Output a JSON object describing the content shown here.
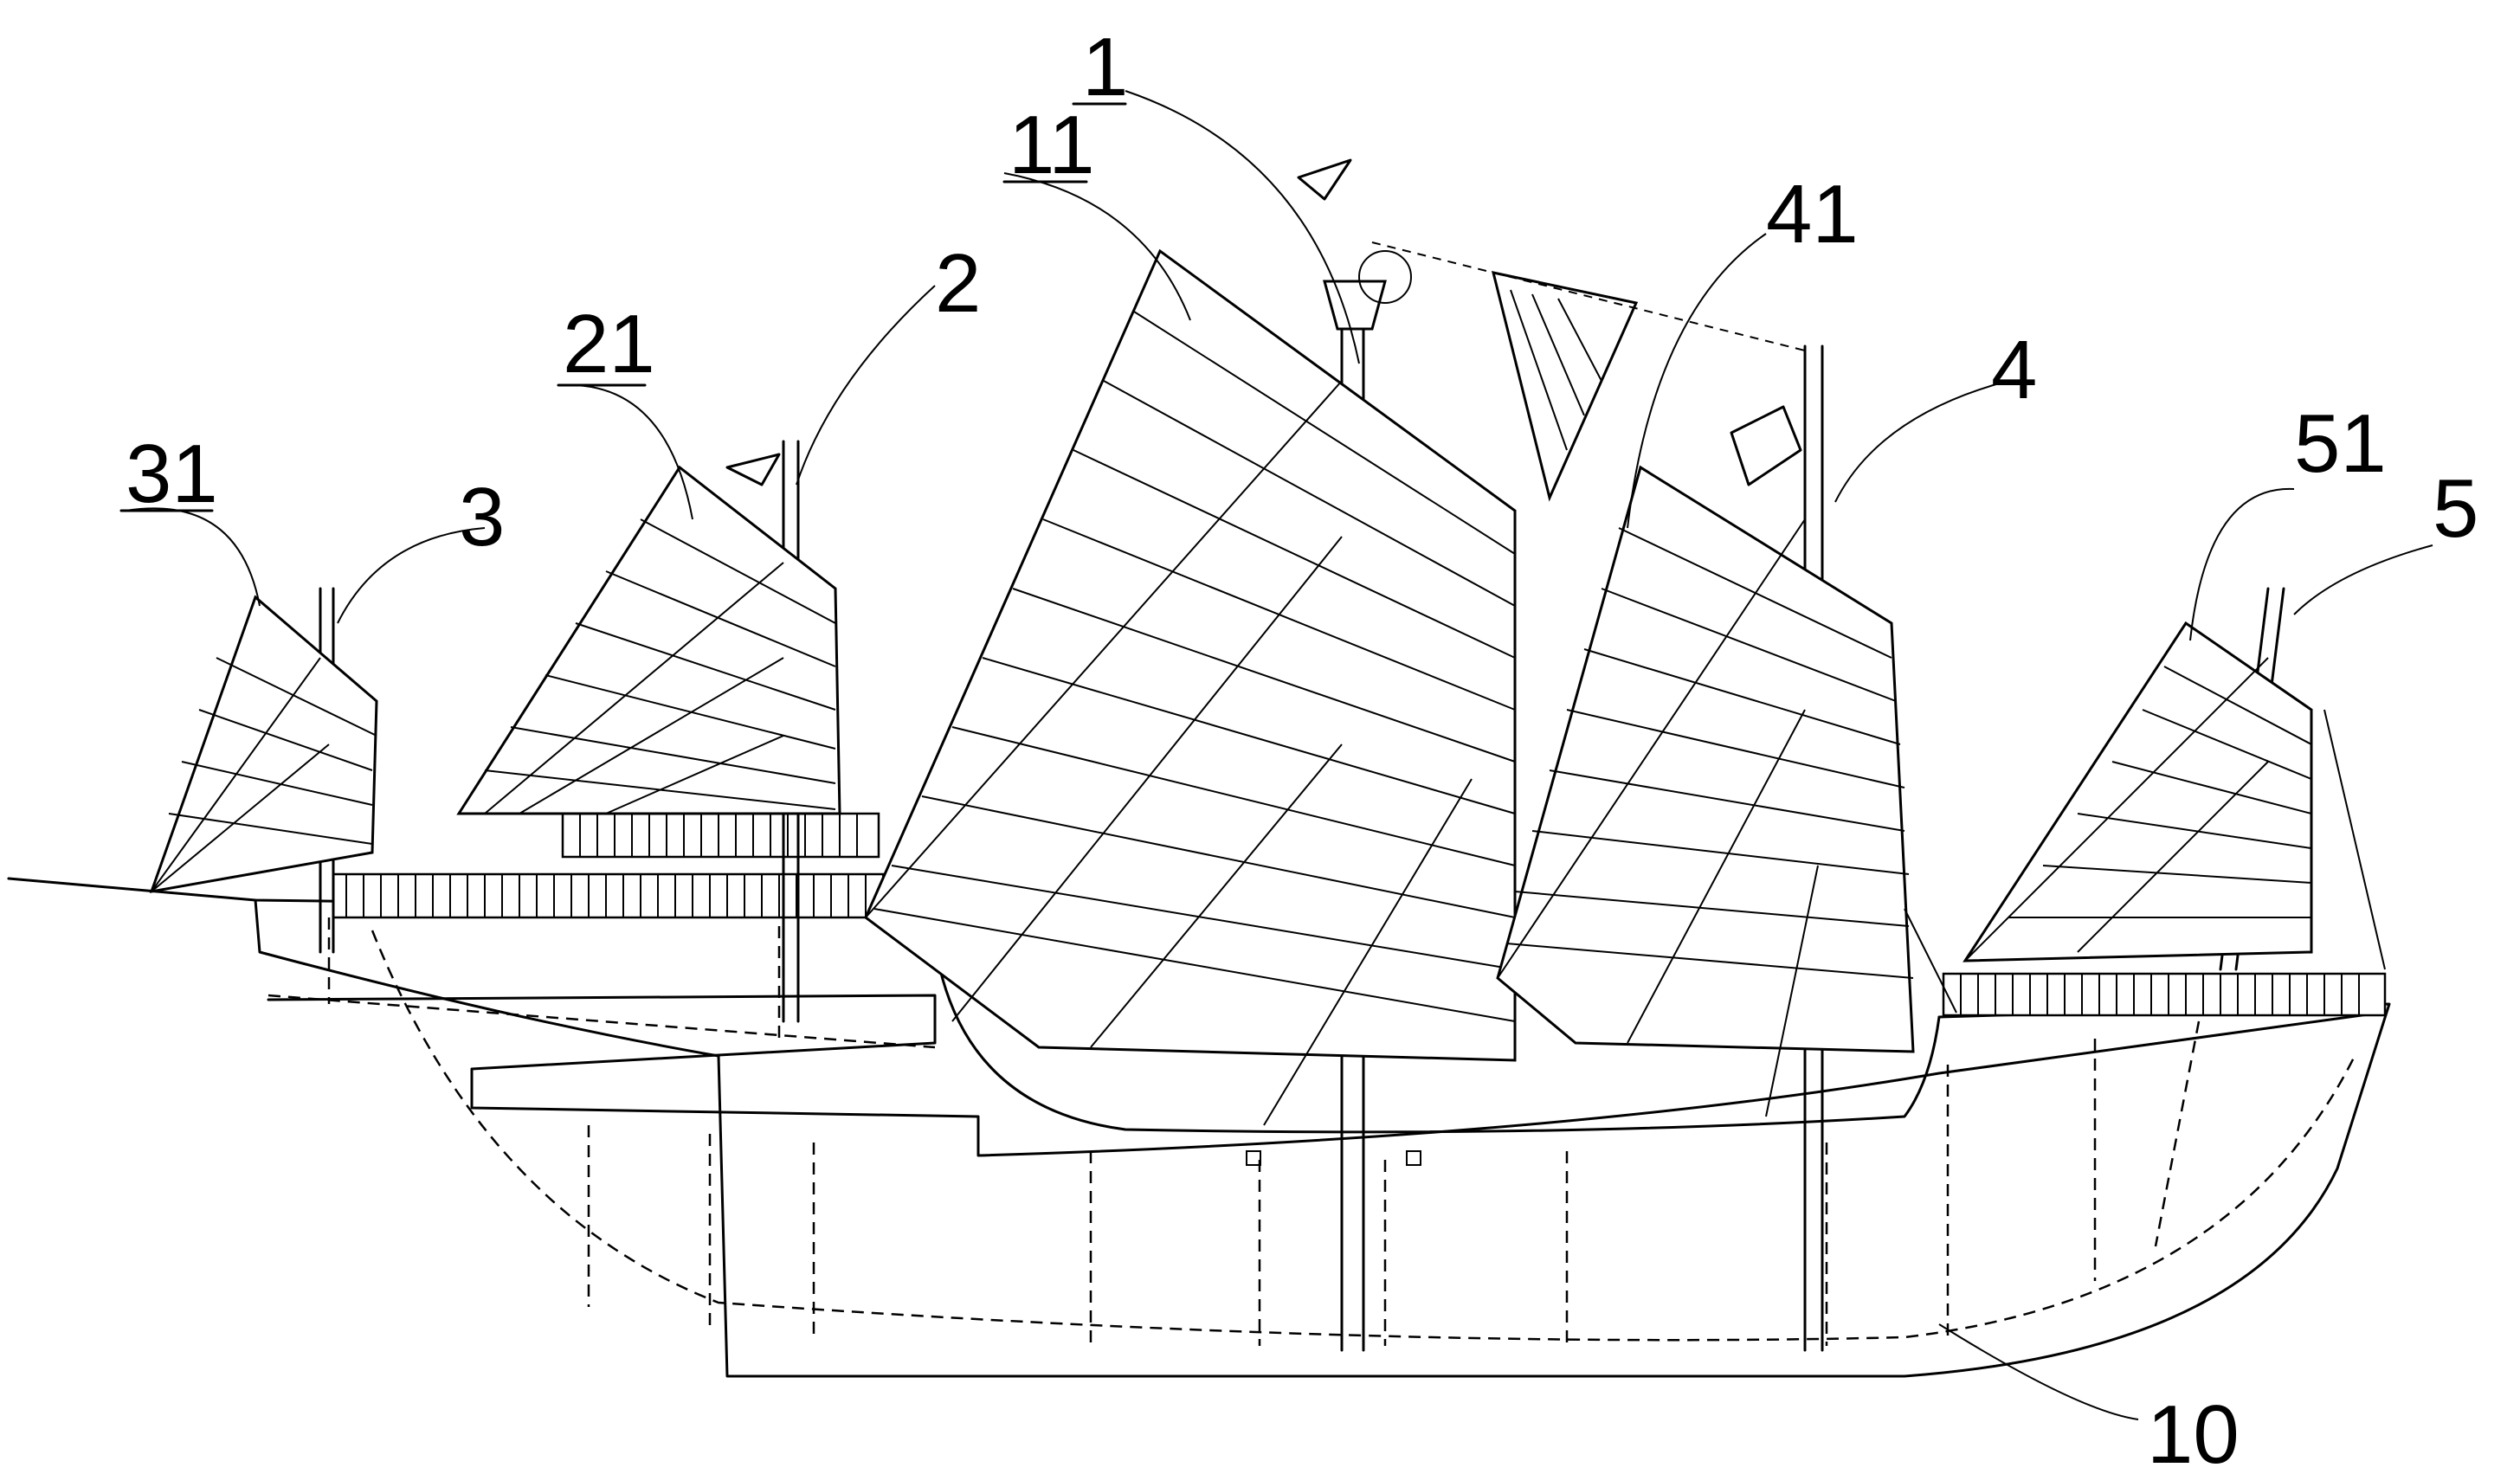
{
  "figure": {
    "labels": [
      {
        "key": "mainmast",
        "text": "1"
      },
      {
        "key": "mainsail",
        "text": "11"
      },
      {
        "key": "foremast",
        "text": "2"
      },
      {
        "key": "foresail",
        "text": "21"
      },
      {
        "key": "bowmast",
        "text": "3"
      },
      {
        "key": "bowsail",
        "text": "31"
      },
      {
        "key": "mizzenmast",
        "text": "4"
      },
      {
        "key": "mizzensail",
        "text": "41"
      },
      {
        "key": "sternmast",
        "text": "5"
      },
      {
        "key": "sternsail",
        "text": "51"
      },
      {
        "key": "hull",
        "text": "10"
      }
    ]
  }
}
